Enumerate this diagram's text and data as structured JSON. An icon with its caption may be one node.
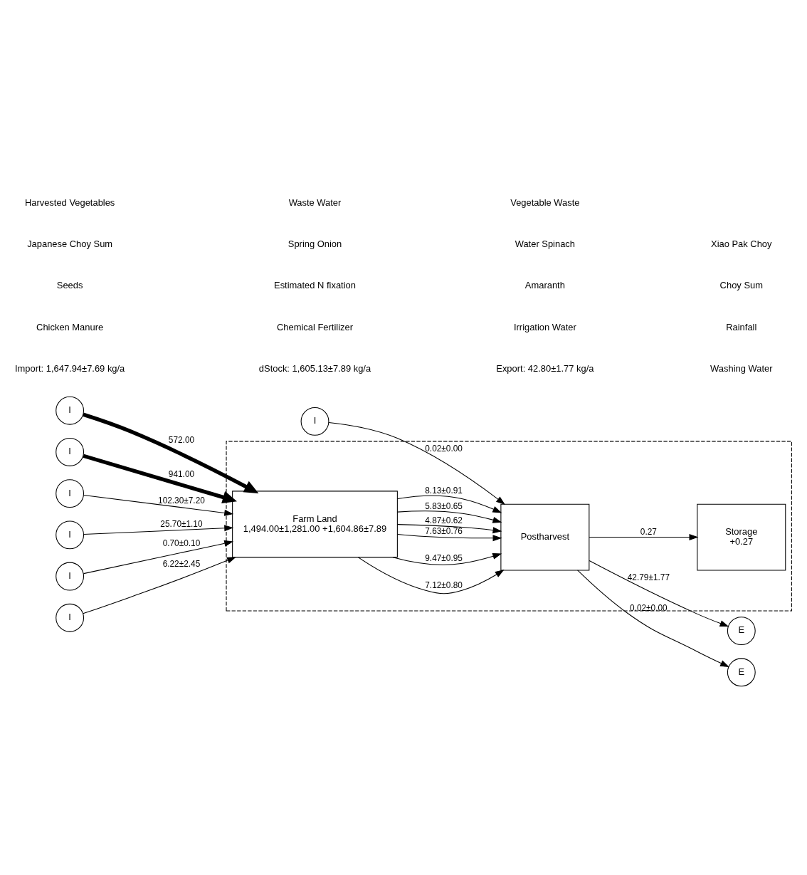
{
  "diagram": {
    "nodes": [
      {
        "text": [],
        "shape": "box"
      },
      {
        "text": [
          "I"
        ]
      },
      {
        "text": [
          "Farm Land",
          "1,494.00±1,281.00 +1,604.86±7.89"
        ],
        "in": 0
      },
      {
        "text": [
          "Postharvest"
        ],
        "in": 0
      },
      {
        "text": [
          "Storage",
          "+0.27"
        ],
        "in": 0
      },
      {
        "text": [
          "I"
        ]
      },
      {
        "text": [
          "I"
        ]
      },
      {
        "text": [
          "I"
        ]
      },
      {
        "text": [
          "I"
        ]
      },
      {
        "text": [
          "I"
        ]
      },
      {
        "text": [
          "I"
        ]
      },
      {
        "text": [
          "E"
        ]
      },
      {
        "text": [
          "E"
        ]
      }
    ],
    "edges": [
      {
        "from": 1,
        "to": 3,
        "arrow": "to",
        "label": "0.02±0.00"
      },
      {
        "from": 5,
        "to": 2,
        "arrow": "to",
        "label": "572.00",
        "style": "thick"
      },
      {
        "from": 6,
        "to": 2,
        "arrow": "to",
        "label": "941.00",
        "style": "thick"
      },
      {
        "from": 7,
        "to": 2,
        "arrow": "to",
        "label": "102.30±7.20"
      },
      {
        "from": 8,
        "to": 2,
        "arrow": "to",
        "label": "25.70±1.10"
      },
      {
        "from": 9,
        "to": 2,
        "arrow": "to",
        "label": "0.70±0.10"
      },
      {
        "from": 10,
        "to": 2,
        "arrow": "to",
        "label": "6.22±2.45"
      },
      {
        "from": 2,
        "to": 3,
        "arrow": "to",
        "label": "7.12±0.80"
      },
      {
        "from": 2,
        "to": 3,
        "arrow": "to",
        "label": "9.47±0.95"
      },
      {
        "from": 2,
        "to": 3,
        "arrow": "to",
        "label": "7.63±0.76"
      },
      {
        "from": 2,
        "to": 3,
        "arrow": "to",
        "label": "4.87±0.62"
      },
      {
        "from": 2,
        "to": 3,
        "arrow": "to",
        "label": "5.83±0.65"
      },
      {
        "from": 2,
        "to": 3,
        "arrow": "to",
        "label": "8.13±0.91"
      },
      {
        "from": 3,
        "to": 11,
        "arrow": "to",
        "label": "42.79±1.77"
      },
      {
        "from": 3,
        "to": 12,
        "arrow": "to",
        "label": "0.02±0.00"
      },
      {
        "from": 3,
        "to": 4,
        "arrow": "to",
        "label": "0.27"
      }
    ],
    "labels": [
      "Import: 1,647.94±7.69 kg/a",
      "dStock: 1,605.13±7.89 kg/a",
      "Export: 42.80±1.77 kg/a",
      "Washing Water",
      "Chicken Manure",
      "Chemical Fertilizer",
      "Irrigation Water",
      "Rainfall",
      "Seeds",
      "Estimated N fixation",
      "Amaranth",
      "Choy Sum",
      "Japanese Choy Sum",
      "Spring Onion",
      "Water Spinach",
      "Xiao Pak Choy",
      "Harvested Vegetables",
      "Waste Water",
      "Vegetable Waste"
    ]
  }
}
